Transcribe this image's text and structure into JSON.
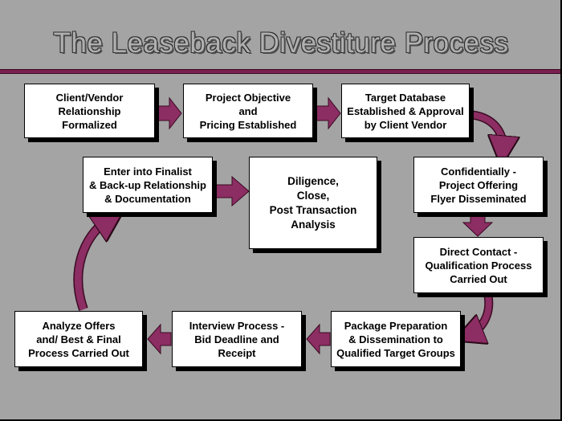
{
  "title": "The Leaseback Divestiture Process",
  "colors": {
    "background": "#a4a4a4",
    "arrow": "#8c2d63",
    "rule": "#7a2050",
    "box": "#ffffff"
  },
  "steps": [
    {
      "label": "Client/Vendor\nRelationship\nFormalized"
    },
    {
      "label": "Project Objective\nand\nPricing Established"
    },
    {
      "label": "Target Database\nEstablished & Approval\nby Client Vendor"
    },
    {
      "label": "Confidentially -\nProject Offering\nFlyer Disseminated"
    },
    {
      "label": "Direct Contact -\nQualification Process\nCarried Out"
    },
    {
      "label": "Package Preparation\n& Dissemination to\nQualified Target Groups"
    },
    {
      "label": "Interview Process -\nBid Deadline and\nReceipt"
    },
    {
      "label": "Analyze Offers\nand/ Best & Final\nProcess Carried Out"
    },
    {
      "label": "Enter into Finalist\n& Back-up Relationship\n& Documentation"
    },
    {
      "label": "Diligence,\nClose,\nPost Transaction\nAnalysis"
    }
  ]
}
